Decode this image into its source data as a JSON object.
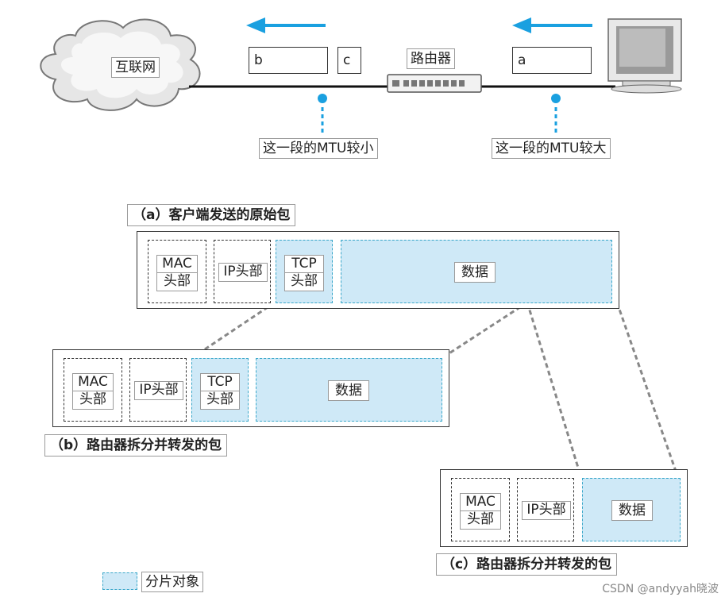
{
  "top": {
    "internet": "互联网",
    "router": "路由器",
    "packet_b": "b",
    "packet_c": "c",
    "packet_a": "a",
    "mtu_small": "这一段的MTU较小",
    "mtu_large": "这一段的MTU较大"
  },
  "section_a": {
    "title": "（a）客户端发送的原始包",
    "mac_line1": "MAC",
    "mac_line2": "头部",
    "ip": "IP头部",
    "tcp_line1": "TCP",
    "tcp_line2": "头部",
    "data": "数据"
  },
  "section_b": {
    "title": "（b）路由器拆分并转发的包",
    "mac_line1": "MAC",
    "mac_line2": "头部",
    "ip": "IP头部",
    "tcp_line1": "TCP",
    "tcp_line2": "头部",
    "data": "数据"
  },
  "section_c": {
    "title": "（c）路由器拆分并转发的包",
    "mac_line1": "MAC",
    "mac_line2": "头部",
    "ip": "IP头部",
    "data": "数据"
  },
  "legend": {
    "label": "分片对象"
  },
  "watermark": "CSDN @andyyah晓波",
  "colors": {
    "fragment_fill": "#cfe9f7",
    "fragment_border": "#3aa7c9",
    "arrow": "#1aa0e0"
  }
}
